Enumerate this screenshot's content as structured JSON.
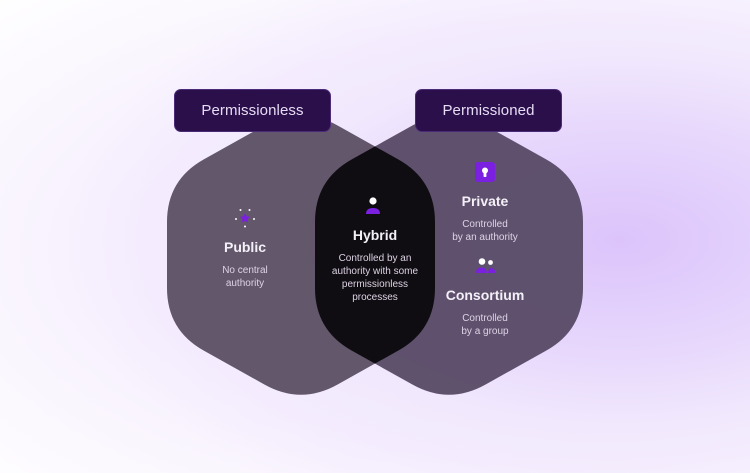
{
  "colors": {
    "accent": "#7b1fe0",
    "label_bg": "#2a0f4a",
    "hex_fill": "#5e5266",
    "overlap_fill": "#0f0d11"
  },
  "labels": {
    "left": "Permissionless",
    "right": "Permissioned"
  },
  "sections": {
    "public": {
      "icon": "sparkle-star-icon",
      "title": "Public",
      "desc_lines": [
        "No central",
        "authority"
      ]
    },
    "hybrid": {
      "icon": "person-icon",
      "title": "Hybrid",
      "desc_lines": [
        "Controlled by an",
        "authority with some",
        "permissionless",
        "processes"
      ]
    },
    "private": {
      "icon": "keyhole-lock-icon",
      "title": "Private",
      "desc_lines": [
        "Controlled",
        "by an authority"
      ]
    },
    "consortium": {
      "icon": "group-icon",
      "title": "Consortium",
      "desc_lines": [
        "Controlled",
        "by a group"
      ]
    }
  }
}
